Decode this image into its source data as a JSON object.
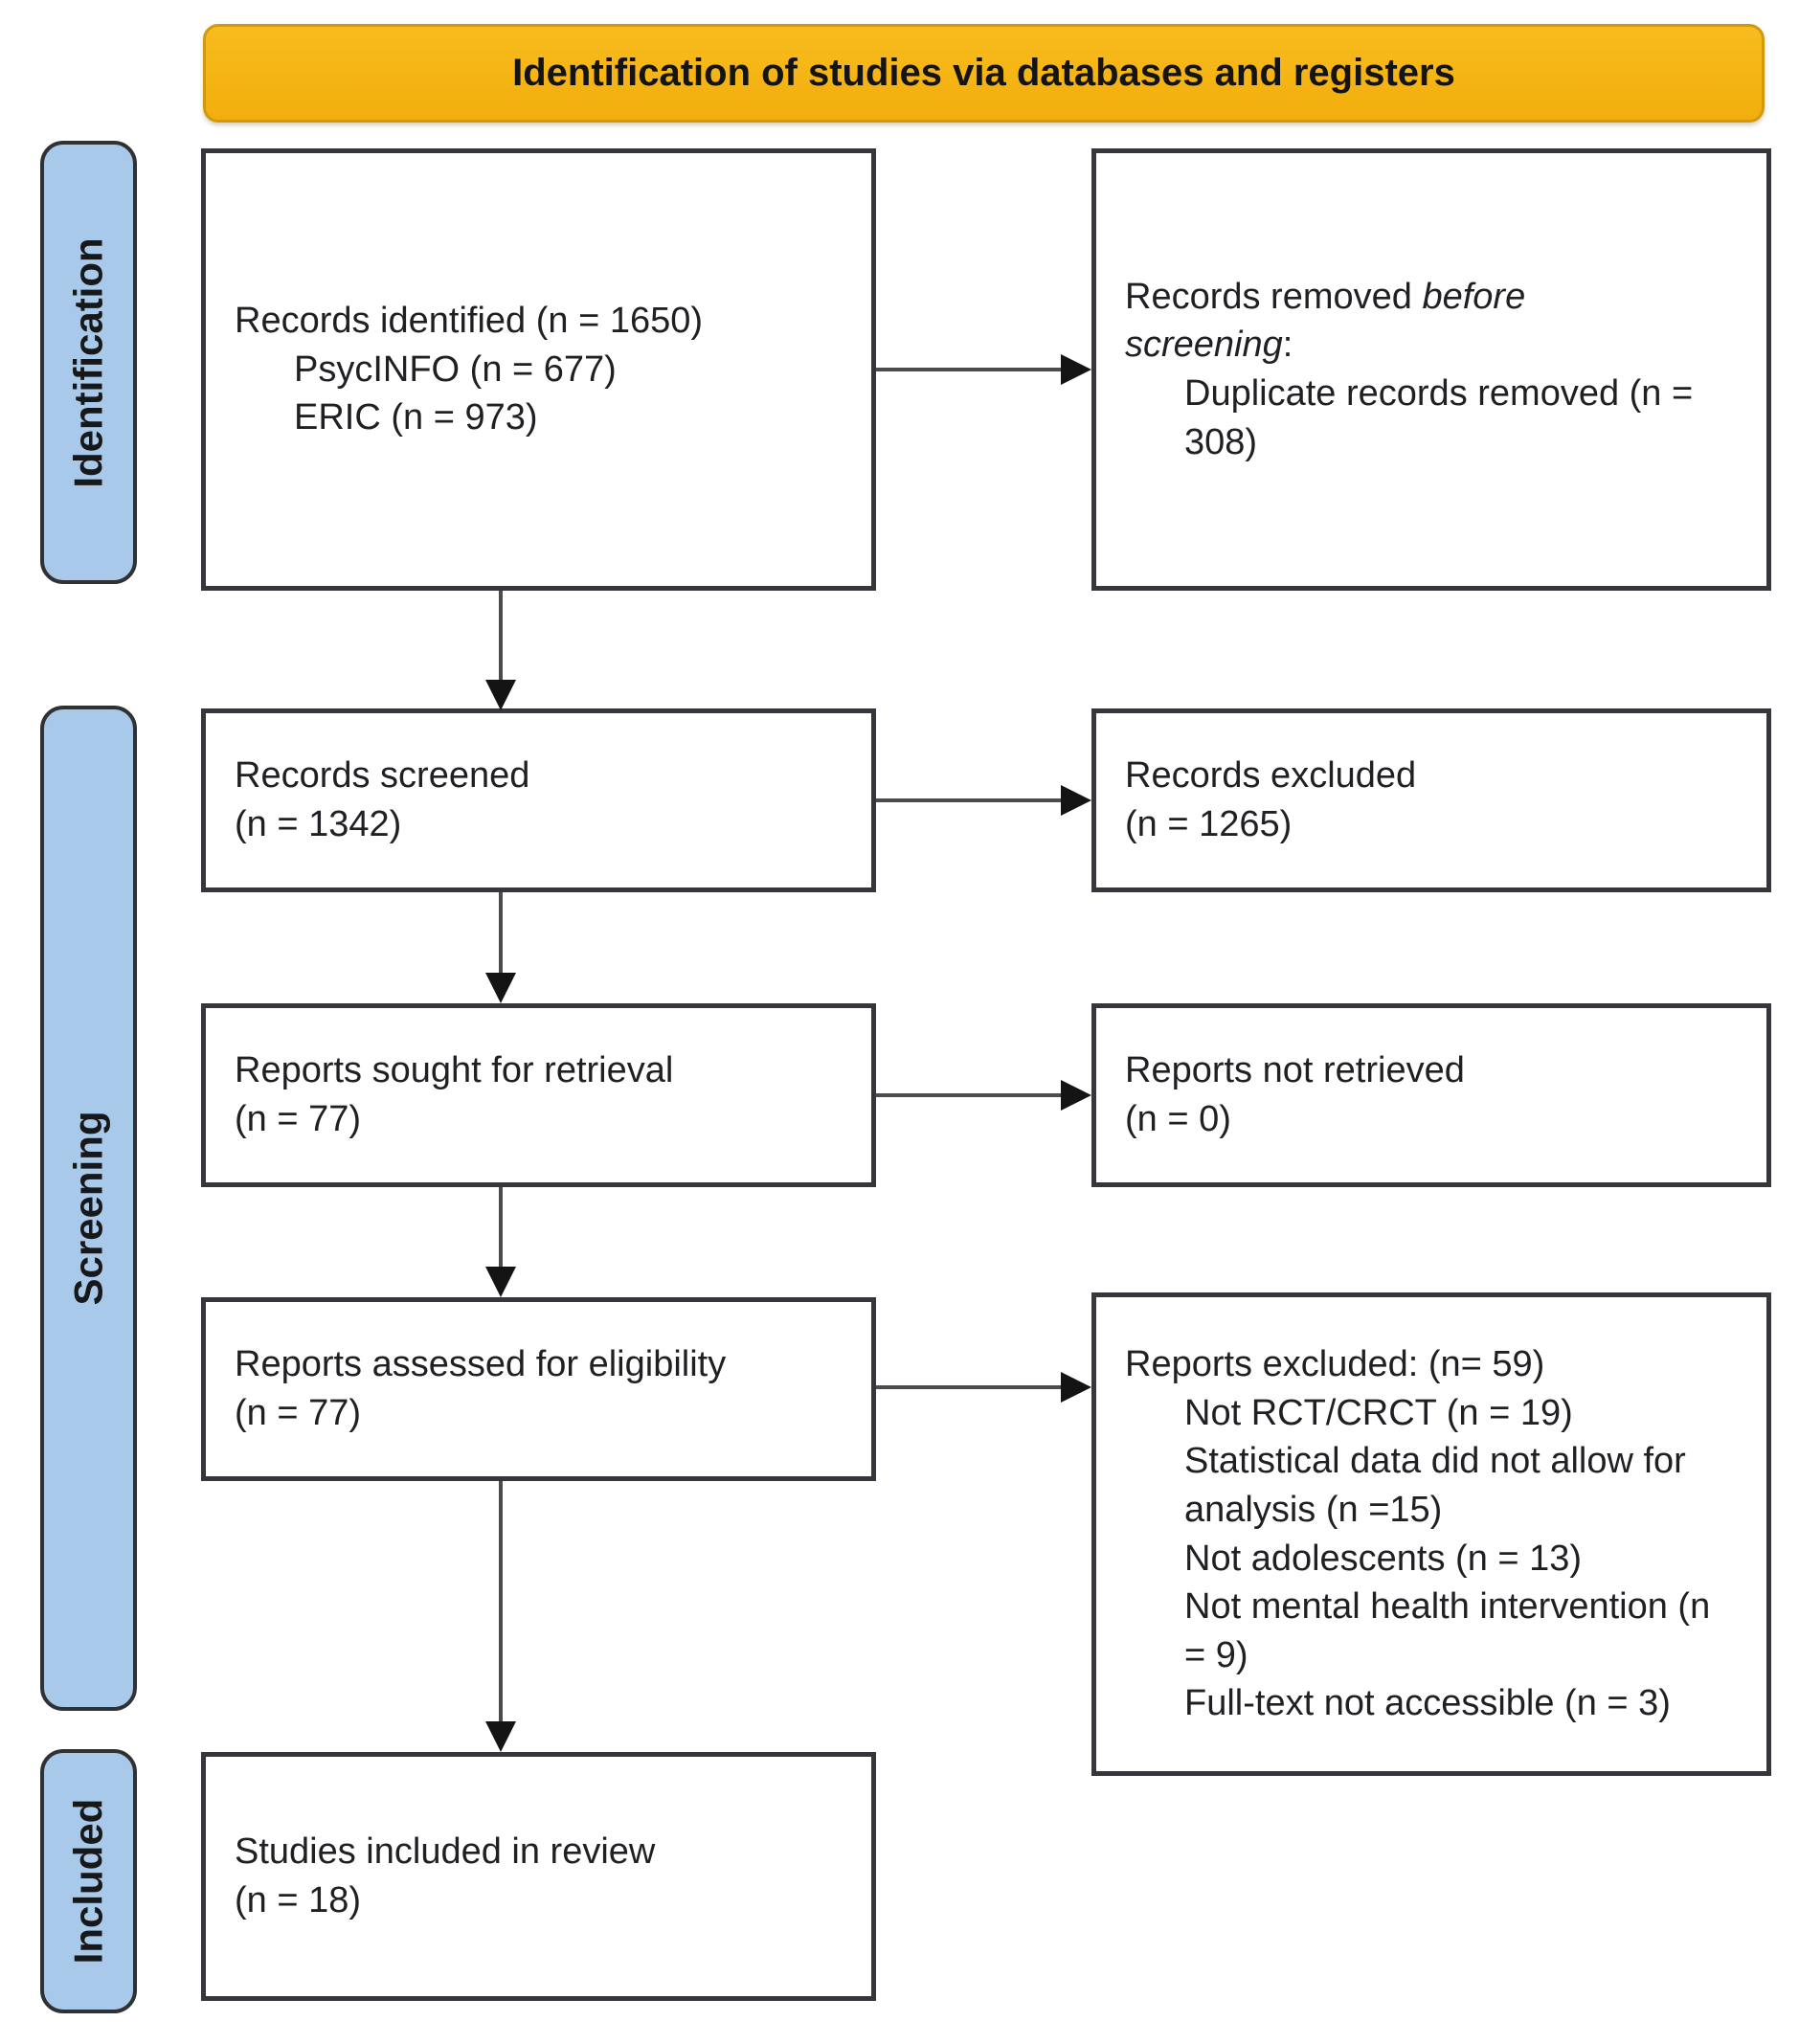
{
  "banner": {
    "title": "Identification of studies via databases and registers"
  },
  "stages": {
    "identification": {
      "label": "Identification"
    },
    "screening": {
      "label": "Screening"
    },
    "included": {
      "label": "Included"
    }
  },
  "boxes": {
    "records_identified": {
      "title": "Records identified (n = 1650)",
      "items": [
        "PsycINFO (n = 677)",
        "ERIC (n = 973)"
      ]
    },
    "records_removed": {
      "prefix": "Records removed ",
      "emphasis": "before screening",
      "suffix": ":",
      "items": [
        "Duplicate records removed (n = 308)"
      ]
    },
    "records_screened": {
      "title": "Records screened",
      "count": "(n = 1342)"
    },
    "records_excluded": {
      "title": "Records excluded",
      "count": "(n = 1265)"
    },
    "reports_sought": {
      "title": "Reports sought for retrieval",
      "count": "(n = 77)"
    },
    "reports_not_retrieved": {
      "title": "Reports not retrieved",
      "count": "(n = 0)"
    },
    "reports_assessed": {
      "title": "Reports assessed for eligibility",
      "count": "(n = 77)"
    },
    "reports_excluded": {
      "title": "Reports excluded: (n= 59)",
      "items": [
        "Not RCT/CRCT (n = 19)",
        "Statistical data did not allow for analysis (n =15)",
        "Not adolescents (n = 13)",
        "Not mental health intervention (n = 9)",
        "Full-text not accessible (n = 3)"
      ]
    },
    "studies_included": {
      "title": "Studies included in review",
      "count": "(n = 18)"
    }
  },
  "colors": {
    "banner_fill": "#F5B314",
    "banner_border": "#D1990C",
    "stage_tab_fill": "#A9C9EA",
    "box_border": "#35373C",
    "arrow": "#141414"
  }
}
